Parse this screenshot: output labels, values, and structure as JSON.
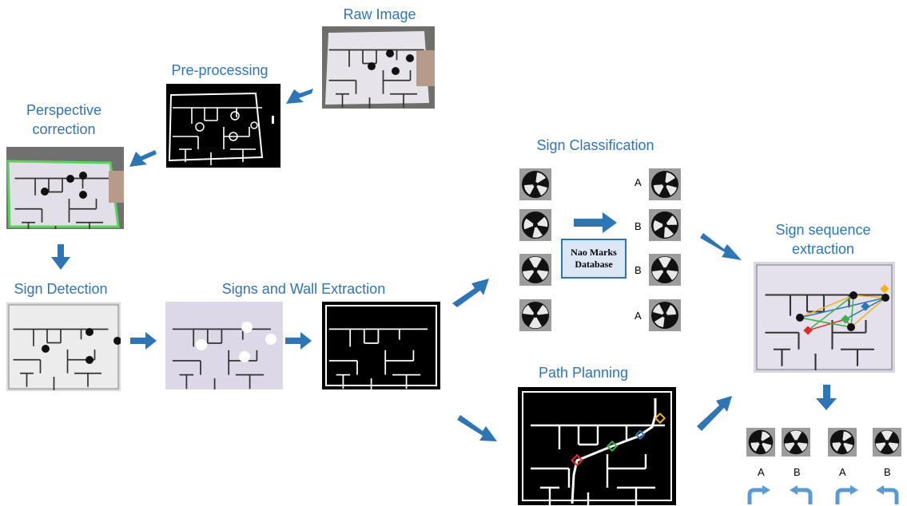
{
  "labels": {
    "raw_image": "Raw Image",
    "preprocessing": "Pre-processing",
    "perspective_line1": "Perspective",
    "perspective_line2": "correction",
    "sign_detection": "Sign Detection",
    "signs_wall": "Signs and Wall Extraction",
    "sign_classification": "Sign Classification",
    "sequence_line1": "Sign sequence",
    "sequence_line2": "extraction",
    "path_planning": "Path Planning"
  },
  "database": {
    "line1": "Nao Marks",
    "line2": "Database"
  },
  "classification_letters": [
    "A",
    "B",
    "B",
    "A"
  ],
  "sequence_letters": [
    "A",
    "B",
    "A",
    "B"
  ],
  "colors": {
    "label": "#2e75b6",
    "arrow": "#2e75b6"
  },
  "icons": [
    "right-turn-arrow-icon",
    "left-turn-arrow-icon",
    "right-turn-arrow-icon",
    "left-turn-arrow-icon"
  ]
}
